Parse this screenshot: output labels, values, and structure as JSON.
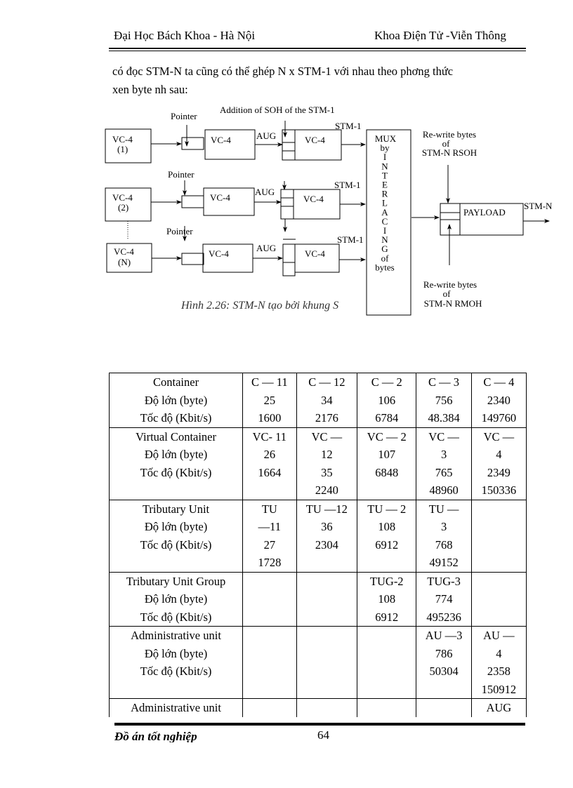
{
  "header": {
    "left": "Đại Học Bách Khoa - Hà Nội",
    "right": "Khoa Điện Tử -Viễn Thông"
  },
  "intro": {
    "line1": "có đọc   STM-N ta cũng có thể ghép N x STM-1 với nhau theo phơng   thức",
    "line2": "xen byte nh   sau:"
  },
  "diagram": {
    "addition_label": "Addition of SOH of the STM-1",
    "pointer": "Pointer",
    "vc4": "VC-4",
    "aug": "AUG",
    "stm1": "STM-1",
    "inputs": [
      "(1)",
      "(2)",
      "(N)"
    ],
    "mux_lines": [
      "MUX",
      "by",
      "I",
      "N",
      "T",
      "E",
      "R",
      "L",
      "A",
      "C",
      "I",
      "N",
      "G",
      "of",
      "bytes"
    ],
    "rsoh": [
      "Re-write bytes",
      "of",
      "STM-N RSOH"
    ],
    "rmoh": [
      "Re-write bytes",
      "of",
      "STM-N RMOH"
    ],
    "payload": "PAYLOAD",
    "stmn": "STM-N",
    "caption": "Hình 2.26: STM-N tạo bởi khung S"
  },
  "table": {
    "rows": [
      [
        [
          "Container",
          "Độ lớn (byte)",
          "Tốc độ (Kbit/s)"
        ],
        [
          "C — 11",
          "25",
          "1600"
        ],
        [
          "C — 12",
          "34",
          "2176"
        ],
        [
          "C — 2",
          "106",
          "6784"
        ],
        [
          "C — 3",
          "756",
          "48.384"
        ],
        [
          "C — 4",
          "2340",
          "149760"
        ]
      ],
      [
        [
          "Virtual Container",
          "Độ lớn (byte)",
          "Tốc độ (Kbit/s)",
          ""
        ],
        [
          "VC- 11",
          "26",
          "1664"
        ],
        [
          "VC —",
          "12",
          "35",
          "2240"
        ],
        [
          "VC — 2",
          "107",
          "6848"
        ],
        [
          "VC —",
          "3",
          "765",
          "48960"
        ],
        [
          "VC —",
          "4",
          "2349",
          "150336"
        ]
      ],
      [
        [
          "Tributary  Unit",
          "Độ lớn (byte)",
          "Tốc độ (Kbit/s)",
          ""
        ],
        [
          "TU",
          "—11",
          "27",
          "1728"
        ],
        [
          "TU —12",
          "36",
          "2304"
        ],
        [
          "TU — 2",
          "108",
          "6912"
        ],
        [
          "TU —",
          "3",
          "768",
          "49152"
        ],
        []
      ],
      [
        [
          "Tributary Unit Group",
          "Độ lớn (byte)",
          "Tốc độ (Kbit/s)"
        ],
        [],
        [],
        [
          "TUG-2",
          "108",
          "6912"
        ],
        [
          "TUG-3",
          "774",
          "495236"
        ],
        []
      ],
      [
        [
          "Administrative  unit",
          "Độ lớn (byte)",
          "Tốc độ (Kbit/s)",
          ""
        ],
        [],
        [],
        [],
        [
          "AU —3",
          "786",
          "50304"
        ],
        [
          "AU —",
          "4",
          "2358",
          "150912"
        ]
      ],
      [
        [
          "Administrative  unit"
        ],
        [],
        [],
        [],
        [],
        [
          "AUG"
        ]
      ]
    ]
  },
  "footer": {
    "left": "Đồ án tốt nghiệp",
    "page": "64"
  }
}
